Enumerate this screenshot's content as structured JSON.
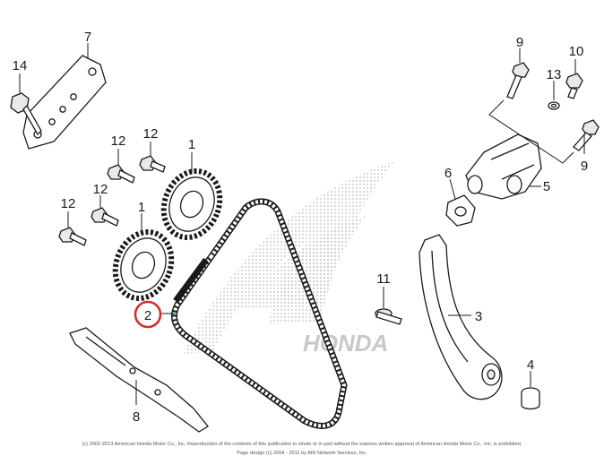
{
  "callouts": {
    "c1a": "1",
    "c1b": "1",
    "c2": "2",
    "c3": "3",
    "c4": "4",
    "c5": "5",
    "c6": "6",
    "c7": "7",
    "c8": "8",
    "c9a": "9",
    "c9b": "9",
    "c10": "10",
    "c11": "11",
    "c12a": "12",
    "c12b": "12",
    "c12c": "12",
    "c12d": "12",
    "c13": "13",
    "c14": "14"
  },
  "watermark": {
    "text": "HONDA",
    "color": "#c8c8c8"
  },
  "highlight": {
    "color": "#d0312d",
    "callout": "2"
  },
  "copyright": {
    "line1": "(c) 2002-2013 American Honda Motor Co., Inc. Reproduction of the contents of this publication in whole or in part without the express written approval of American Honda Motor Co., Inc. is prohibited.",
    "line2": "Page design (c) 2004 - 2011 by ARI Network Services, Inc."
  }
}
